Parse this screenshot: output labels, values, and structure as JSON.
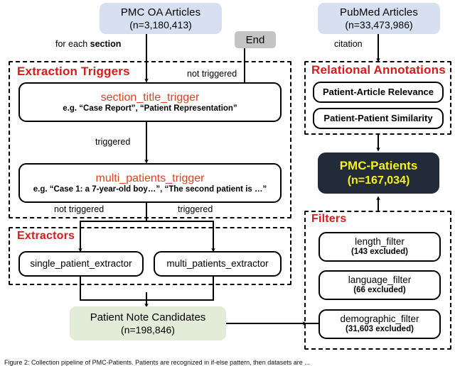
{
  "figure": {
    "caption": "Figure 2: Collection pipeline of PMC-Patients. Patients are recognized in if-else pattern, then datasets are ..."
  },
  "sources": {
    "pmc_oa": {
      "title": "PMC OA Articles",
      "count": "(n=3,180,413)"
    },
    "pubmed": {
      "title": "PubMed Articles",
      "count": "(n=33,473,986)"
    }
  },
  "end_node": {
    "label": "End"
  },
  "edges": {
    "for_each_section_prefix": "for each ",
    "for_each_section_bold": "section",
    "not_triggered_title": "not triggered",
    "triggered_title": "triggered",
    "not_triggered_multi": "not triggered",
    "triggered_multi": "triggered",
    "citation": "citation"
  },
  "extraction_triggers": {
    "group_title": "Extraction Triggers",
    "cards": [
      {
        "name": "section_title_trigger",
        "example": "e.g. “Case Report”, “Patient Representation”"
      },
      {
        "name": "multi_patients_trigger",
        "example": "e.g. “Case 1: a 7-year-old boy…”, “The second patient is …”"
      }
    ]
  },
  "extractors": {
    "group_title": "Extractors",
    "cards": [
      {
        "name": "single_patient_extractor"
      },
      {
        "name": "multi_patients_extractor"
      }
    ]
  },
  "patient_note_candidates": {
    "title": "Patient Note Candidates",
    "count": "(n=198,846)"
  },
  "relational_annotations": {
    "group_title": "Relational Annotations",
    "cards": [
      {
        "name": "Patient-Article Relevance"
      },
      {
        "name": "Patient-Patient Similarity"
      }
    ]
  },
  "pmc_patients": {
    "title": "PMC-Patients",
    "count": "(n=167,034)"
  },
  "filters": {
    "group_title": "Filters",
    "cards": [
      {
        "name": "length_filter",
        "excluded": "(143 excluded)"
      },
      {
        "name": "language_filter",
        "excluded": "(66 excluded)"
      },
      {
        "name": "demographic_filter",
        "excluded": "(31,603 excluded)"
      }
    ]
  },
  "colors": {
    "source_fill": "#d6e0f0",
    "end_fill": "#c4c4c4",
    "group_title_red": "#d71a1a",
    "trigger_name_orange": "#d9441f",
    "dark_fill": "#232b3a",
    "dark_text_yellow": "#f5f21a",
    "green_fill": "#e3ecd9"
  }
}
